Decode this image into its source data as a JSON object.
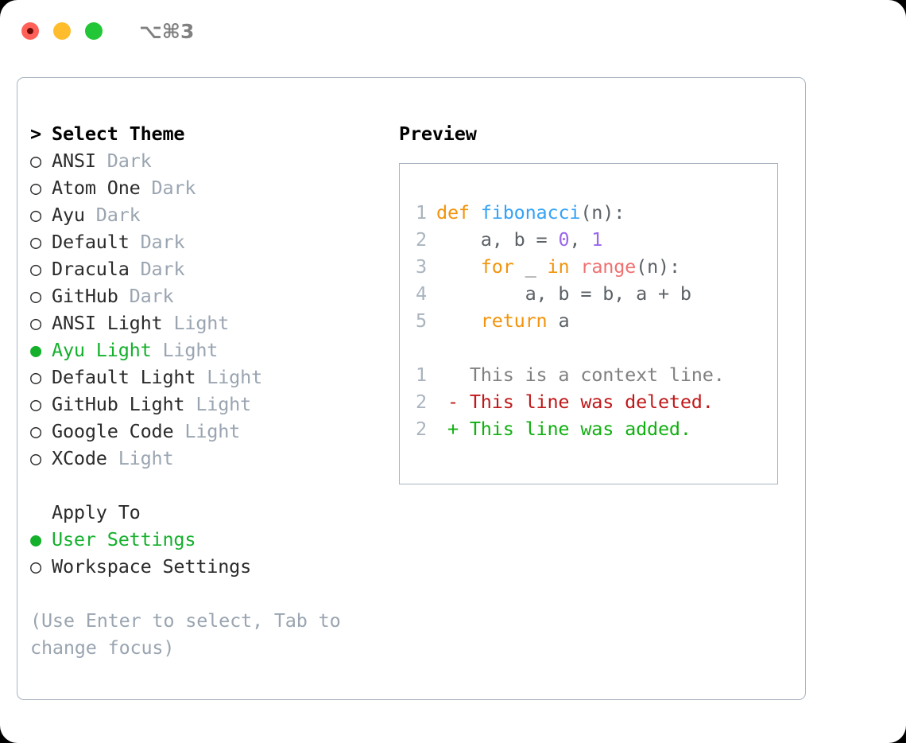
{
  "titlebar": {
    "shortcut": "⌥⌘3",
    "buttons": [
      {
        "name": "close",
        "color": "#ff6159"
      },
      {
        "name": "minimize",
        "color": "#ffbd2e"
      },
      {
        "name": "maximize",
        "color": "#23c637"
      }
    ]
  },
  "colors": {
    "accent_green": "#14b02c",
    "dim_gray": "#9aa5b1",
    "border": "#a8b3c0",
    "keyword": "#f2940c",
    "function": "#36a3f7",
    "number": "#9a67ea",
    "builtin": "#f07171",
    "punct": "#5c6166",
    "line_number": "#aab4bf",
    "diff_context": "#808080",
    "diff_deleted": "#c0181a",
    "diff_added": "#11b011"
  },
  "theme_section": {
    "marker_prefix": ">",
    "title": "Select Theme",
    "marker_unselected": "○",
    "marker_selected": "●",
    "items": [
      {
        "name": "ANSI",
        "variant": "Dark",
        "selected": false
      },
      {
        "name": "Atom One",
        "variant": "Dark",
        "selected": false
      },
      {
        "name": "Ayu",
        "variant": "Dark",
        "selected": false
      },
      {
        "name": "Default",
        "variant": "Dark",
        "selected": false
      },
      {
        "name": "Dracula",
        "variant": "Dark",
        "selected": false
      },
      {
        "name": "GitHub",
        "variant": "Dark",
        "selected": false
      },
      {
        "name": "ANSI Light",
        "variant": "Light",
        "selected": false
      },
      {
        "name": "Ayu Light",
        "variant": "Light",
        "selected": true
      },
      {
        "name": "Default Light",
        "variant": "Light",
        "selected": false
      },
      {
        "name": "GitHub Light",
        "variant": "Light",
        "selected": false
      },
      {
        "name": "Google Code",
        "variant": "Light",
        "selected": false
      },
      {
        "name": "XCode",
        "variant": "Light",
        "selected": false
      }
    ]
  },
  "apply_to_section": {
    "title": "Apply To",
    "items": [
      {
        "name": "User Settings",
        "selected": true
      },
      {
        "name": "Workspace Settings",
        "selected": false
      }
    ]
  },
  "help_text": "(Use Enter to select, Tab to change focus)",
  "preview": {
    "title": "Preview",
    "code_lines": [
      {
        "ln": "1",
        "tokens": [
          {
            "t": "def",
            "c": "kw"
          },
          {
            "t": " ",
            "c": "pn"
          },
          {
            "t": "fibonacci",
            "c": "fn"
          },
          {
            "t": "(n):",
            "c": "pn"
          }
        ]
      },
      {
        "ln": "2",
        "tokens": [
          {
            "t": "    a, b = ",
            "c": "pn"
          },
          {
            "t": "0",
            "c": "num"
          },
          {
            "t": ", ",
            "c": "pn"
          },
          {
            "t": "1",
            "c": "num"
          }
        ]
      },
      {
        "ln": "3",
        "tokens": [
          {
            "t": "    ",
            "c": "pn"
          },
          {
            "t": "for",
            "c": "kw"
          },
          {
            "t": " _ ",
            "c": "pn"
          },
          {
            "t": "in",
            "c": "kw"
          },
          {
            "t": " ",
            "c": "pn"
          },
          {
            "t": "range",
            "c": "bi"
          },
          {
            "t": "(n):",
            "c": "pn"
          }
        ]
      },
      {
        "ln": "4",
        "tokens": [
          {
            "t": "        a, b = b, a + b",
            "c": "pn"
          }
        ]
      },
      {
        "ln": "5",
        "tokens": [
          {
            "t": "    ",
            "c": "pn"
          },
          {
            "t": "return",
            "c": "kw"
          },
          {
            "t": " a",
            "c": "pn"
          }
        ]
      }
    ],
    "diff_lines": [
      {
        "ln": "1",
        "prefix": "  ",
        "text": "This is a context line.",
        "kind": "ctx"
      },
      {
        "ln": "2",
        "prefix": "- ",
        "text": "This line was deleted.",
        "kind": "del"
      },
      {
        "ln": "2",
        "prefix": "+ ",
        "text": "This line was added.",
        "kind": "add"
      }
    ]
  }
}
